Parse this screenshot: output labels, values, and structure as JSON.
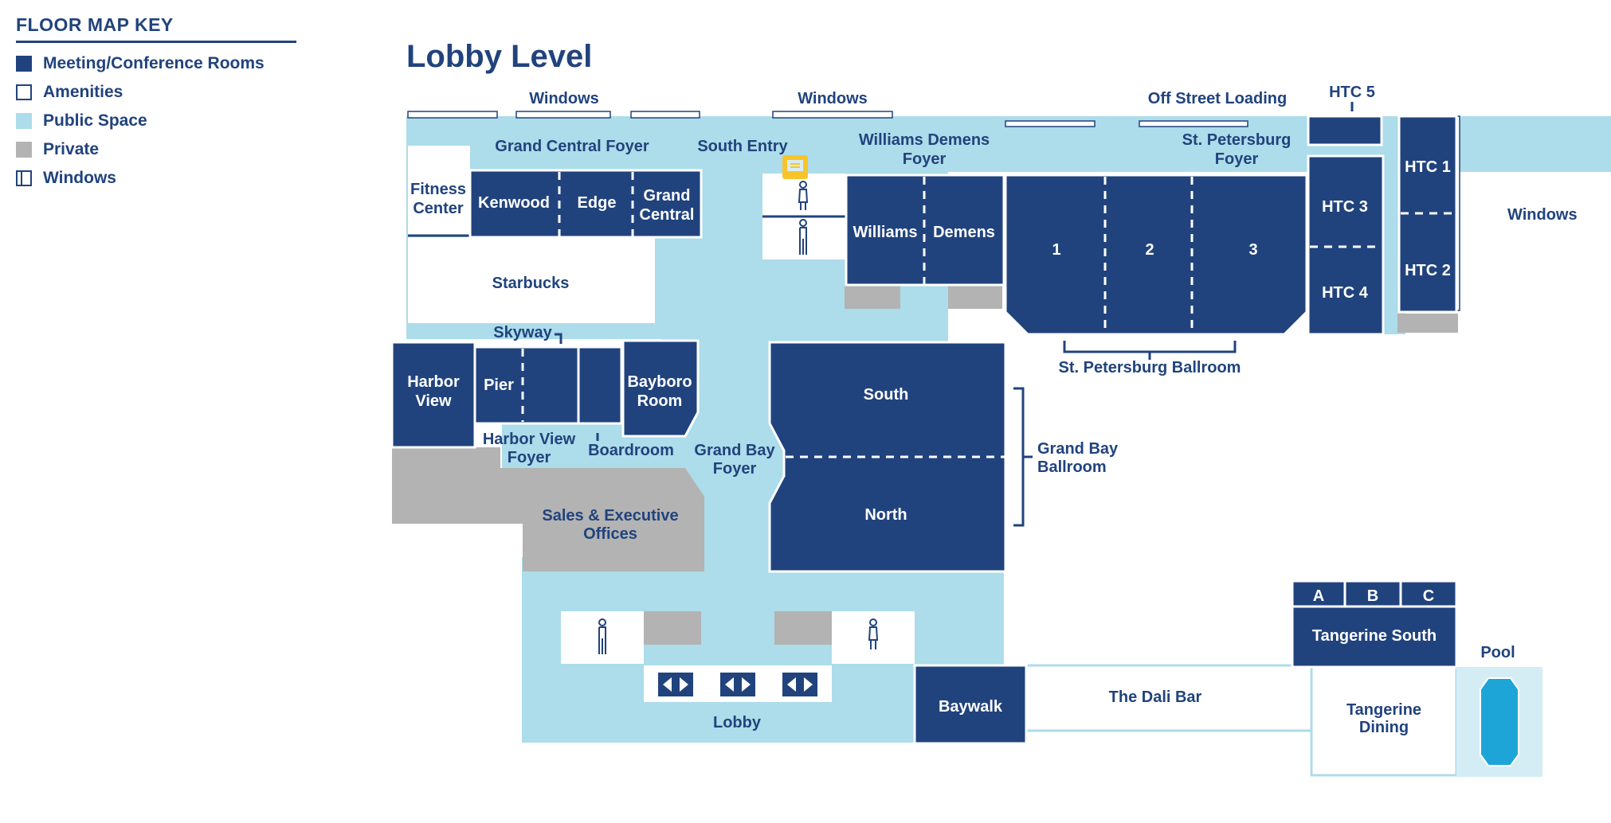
{
  "legend": {
    "title": "FLOOR MAP KEY",
    "items": [
      {
        "label": "Meeting/Conference Rooms",
        "swatch": "meeting"
      },
      {
        "label": "Amenities",
        "swatch": "amenity"
      },
      {
        "label": "Public Space",
        "swatch": "public"
      },
      {
        "label": "Private",
        "swatch": "private"
      },
      {
        "label": "Windows",
        "swatch": "window"
      }
    ]
  },
  "colors": {
    "meeting": "#21437d",
    "amenity": "#ffffff",
    "public": "#addcea",
    "private": "#b3b3b3",
    "window_outline": "#21437d",
    "pool_water": "#1ea5d8",
    "pool_deck": "#d4edf5",
    "chat_badge": "#f7c52b"
  },
  "map": {
    "title": "Lobby Level",
    "annotations": {
      "windows_1": "Windows",
      "windows_2": "Windows",
      "windows_3": "Windows",
      "off_street_loading": "Off Street Loading",
      "st_pete_ballroom": "St. Petersburg Ballroom",
      "grand_bay_ballroom_1": "Grand Bay",
      "grand_bay_ballroom_2": "Ballroom",
      "htc5": "HTC 5",
      "pool": "Pool"
    },
    "public_spaces": {
      "grand_central_foyer": "Grand Central Foyer",
      "south_entry": "South Entry",
      "williams_demens_foyer_1": "Williams Demens",
      "williams_demens_foyer_2": "Foyer",
      "st_pete_foyer_1": "St. Petersburg",
      "st_pete_foyer_2": "Foyer",
      "skyway": "Skyway",
      "harbor_view_foyer_1": "Harbor View",
      "harbor_view_foyer_2": "Foyer",
      "boardroom": "Boardroom",
      "grand_bay_foyer_1": "Grand Bay",
      "grand_bay_foyer_2": "Foyer",
      "lobby": "Lobby"
    },
    "amenities": {
      "fitness_1": "Fitness",
      "fitness_2": "Center",
      "starbucks": "Starbucks",
      "dali_bar": "The Dali Bar",
      "tangerine_dining_1": "Tangerine",
      "tangerine_dining_2": "Dining"
    },
    "private": {
      "sales_1": "Sales & Executive",
      "sales_2": "Offices"
    },
    "rooms": {
      "kenwood": "Kenwood",
      "edge": "Edge",
      "grand_central_1": "Grand",
      "grand_central_2": "Central",
      "williams": "Williams",
      "demens": "Demens",
      "ballroom_1": "1",
      "ballroom_2": "2",
      "ballroom_3": "3",
      "htc1": "HTC 1",
      "htc2": "HTC 2",
      "htc3": "HTC 3",
      "htc4": "HTC 4",
      "harbor_view_1": "Harbor",
      "harbor_view_2": "View",
      "pier": "Pier",
      "bayboro_1": "Bayboro",
      "bayboro_2": "Room",
      "south": "South",
      "north": "North",
      "baywalk": "Baywalk",
      "tangerine_south": "Tangerine South",
      "tangerine_a": "A",
      "tangerine_b": "B",
      "tangerine_c": "C"
    }
  }
}
